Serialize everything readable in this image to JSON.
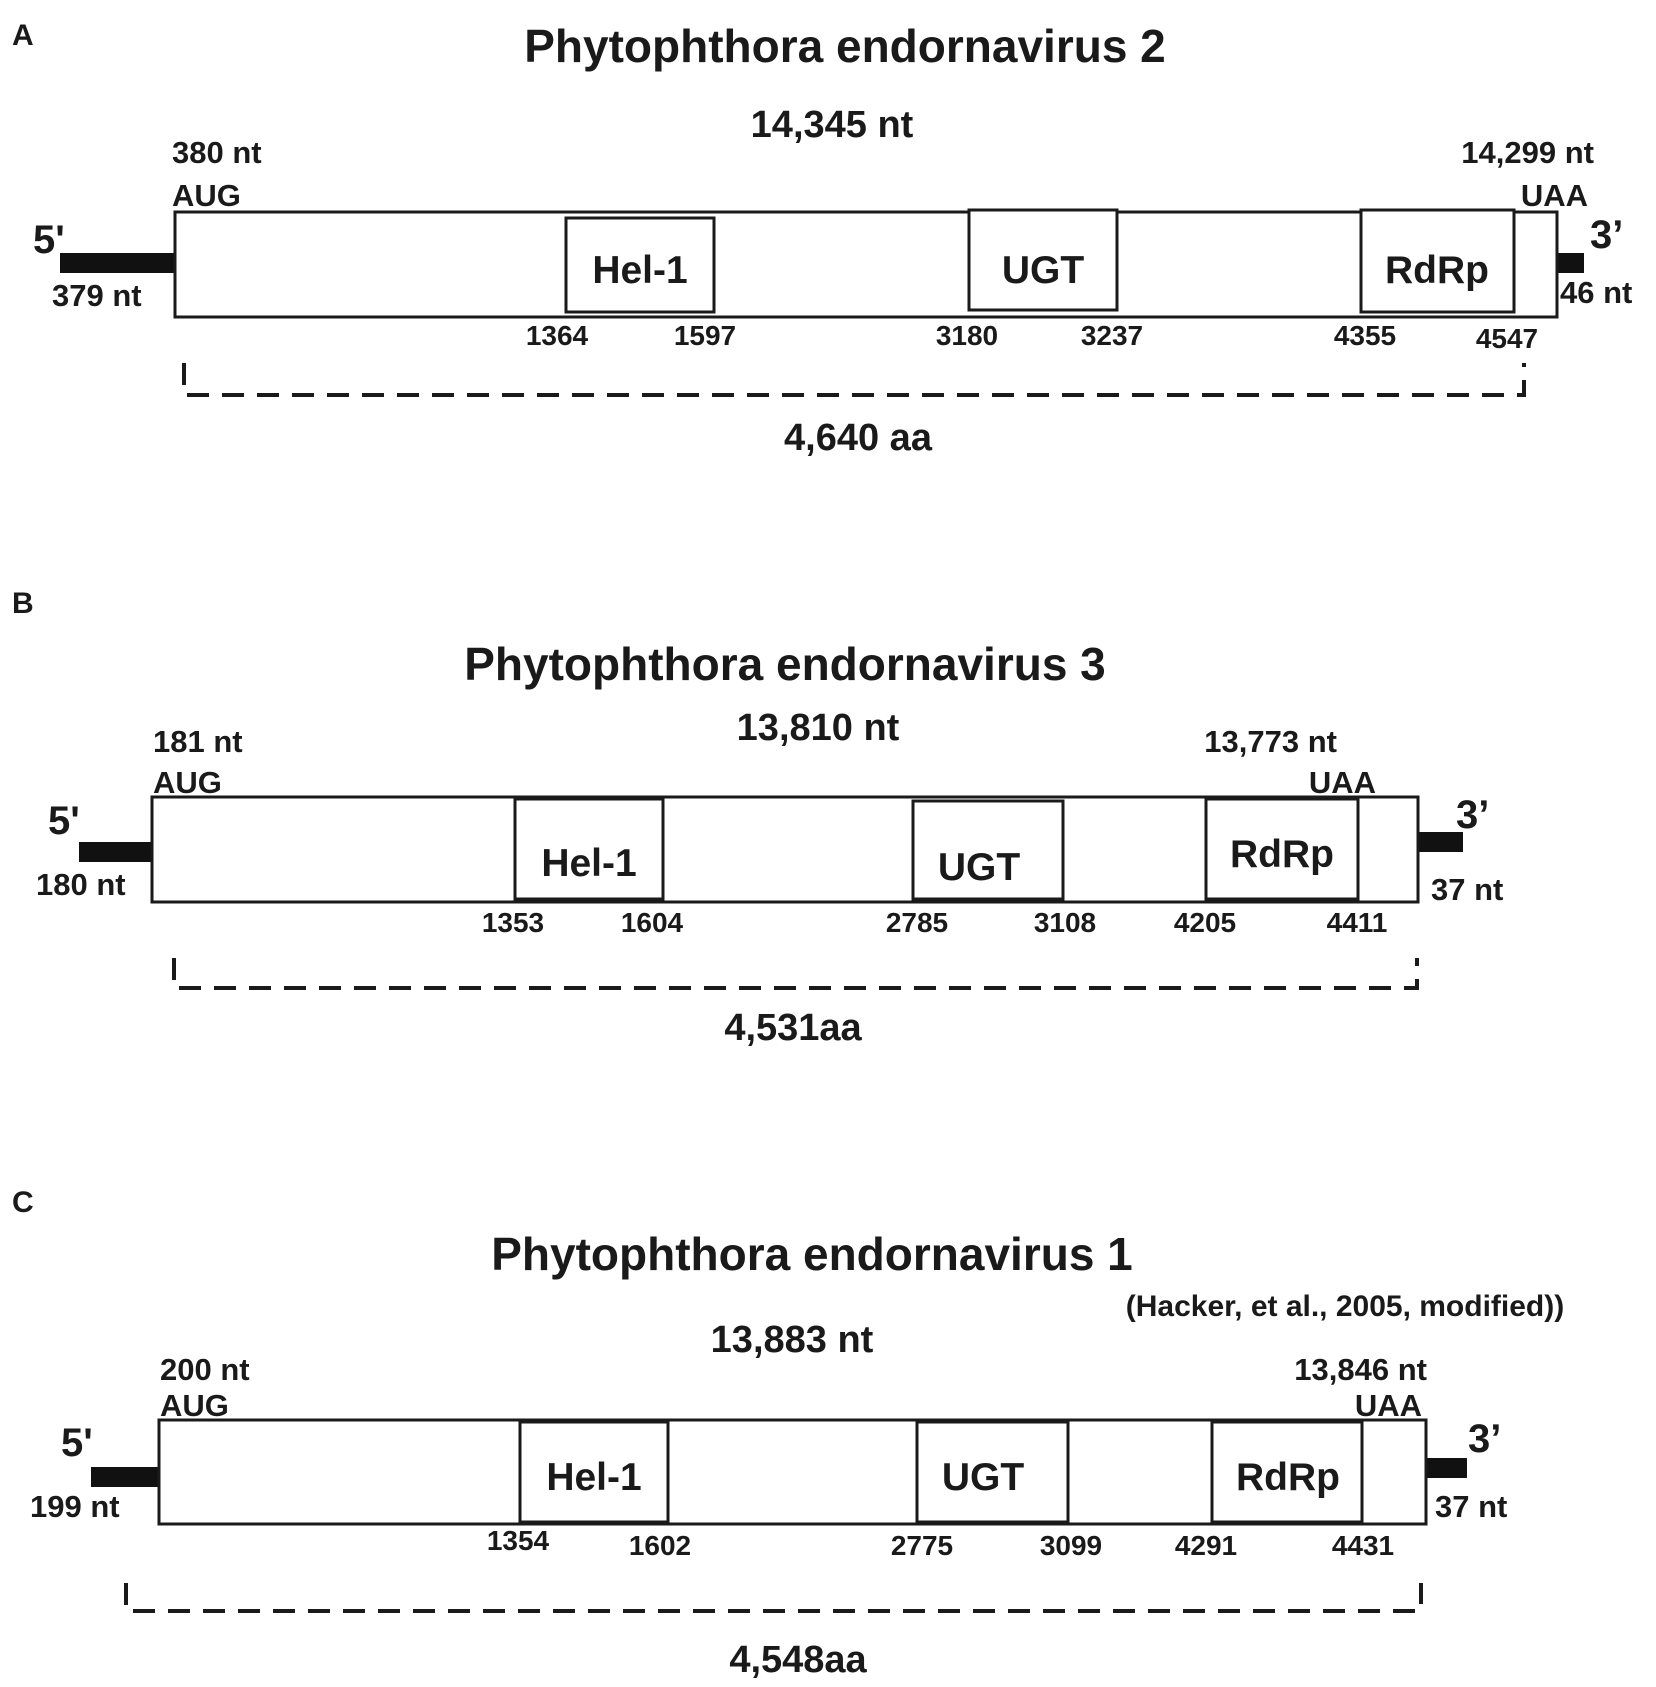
{
  "panels": [
    {
      "letter": "A",
      "title": "Phytophthora endornavirus 2",
      "citation": "",
      "genome_length": "14,345 nt",
      "start_pos": "380 nt",
      "start_codon": "AUG",
      "stop_pos": "14,299 nt",
      "stop_codon": "UAA",
      "five_prime": "5'",
      "three_prime": "3’",
      "utr5": "379 nt",
      "utr3": "46 nt",
      "protein_length": "4,640 aa",
      "domains": [
        {
          "name": "Hel-1",
          "start": "1364",
          "end": "1597"
        },
        {
          "name": "UGT",
          "start": "3180",
          "end": "3237"
        },
        {
          "name": "RdRp",
          "start": "4355",
          "end": "4547"
        }
      ]
    },
    {
      "letter": "B",
      "title": "Phytophthora endornavirus 3",
      "citation": "",
      "genome_length": "13,810 nt",
      "start_pos": "181 nt",
      "start_codon": "AUG",
      "stop_pos": "13,773 nt",
      "stop_codon": "UAA",
      "five_prime": "5'",
      "three_prime": "3’",
      "utr5": "180 nt",
      "utr3": "37 nt",
      "protein_length": "4,531aa",
      "domains": [
        {
          "name": "Hel-1",
          "start": "1353",
          "end": "1604"
        },
        {
          "name": "UGT",
          "start": "2785",
          "end": "3108"
        },
        {
          "name": "RdRp",
          "start": "4205",
          "end": "4411"
        }
      ]
    },
    {
      "letter": "C",
      "title": "Phytophthora endornavirus 1",
      "citation": "(Hacker, et al.,  2005, modified))",
      "genome_length": "13,883 nt",
      "start_pos": "200 nt",
      "start_codon": "AUG",
      "stop_pos": "13,846 nt",
      "stop_codon": "UAA",
      "five_prime": "5'",
      "three_prime": "3’",
      "utr5": "199 nt",
      "utr3": "37 nt",
      "protein_length": "4,548aa",
      "domains": [
        {
          "name": "Hel-1",
          "start": "1354",
          "end": "1602"
        },
        {
          "name": "UGT",
          "start": "2775",
          "end": "3099"
        },
        {
          "name": "RdRp",
          "start": "4291",
          "end": "4431"
        }
      ]
    }
  ]
}
